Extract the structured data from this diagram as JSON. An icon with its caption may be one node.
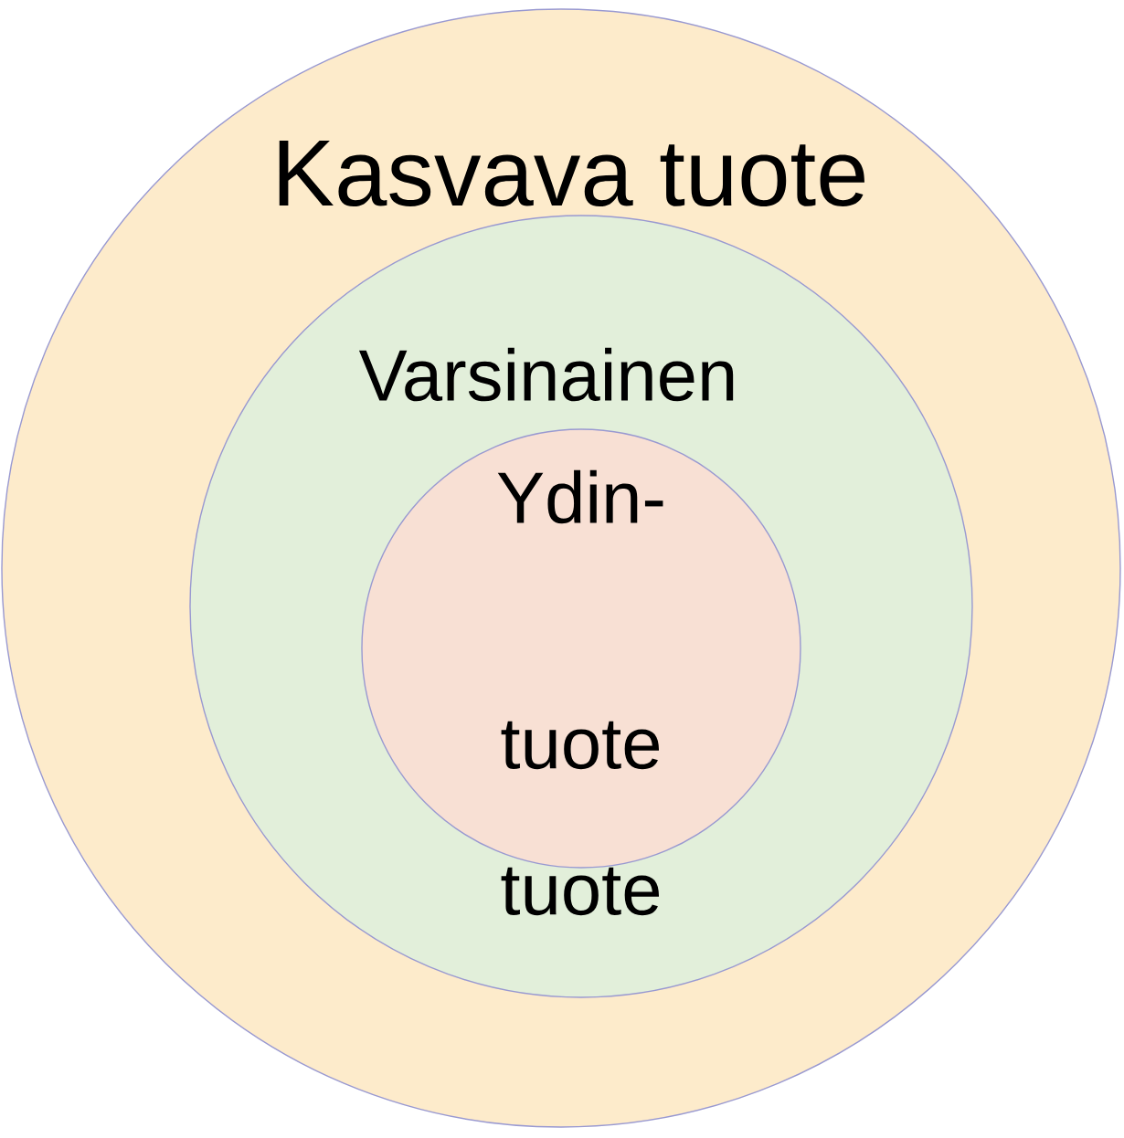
{
  "diagram": {
    "nodes": [
      {
        "text": [
          "Kasvava tuote"
        ]
      },
      {
        "text": [
          "Varsinainen",
          "tuote"
        ],
        "in": 0
      },
      {
        "text": [
          "Ydin-",
          "tuote"
        ],
        "in": 1
      }
    ]
  }
}
